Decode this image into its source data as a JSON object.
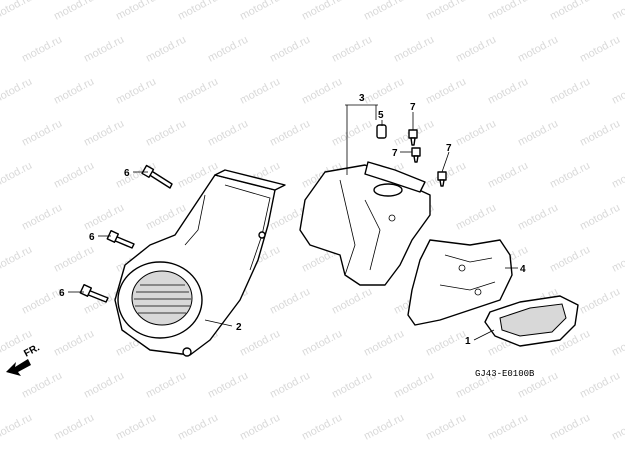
{
  "watermark": "motod.ru",
  "callouts": {
    "c1": "1",
    "c2": "2",
    "c3": "3",
    "c4": "4",
    "c5": "5",
    "c6a": "6",
    "c6b": "6",
    "c6c": "6",
    "c7a": "7",
    "c7b": "7",
    "c7c": "7"
  },
  "direction_label": "FR.",
  "diagram_code": "GJ43-E0100B",
  "colors": {
    "watermark": "#d9d9d9",
    "line": "#000000",
    "shade": "#d8d8d8"
  }
}
